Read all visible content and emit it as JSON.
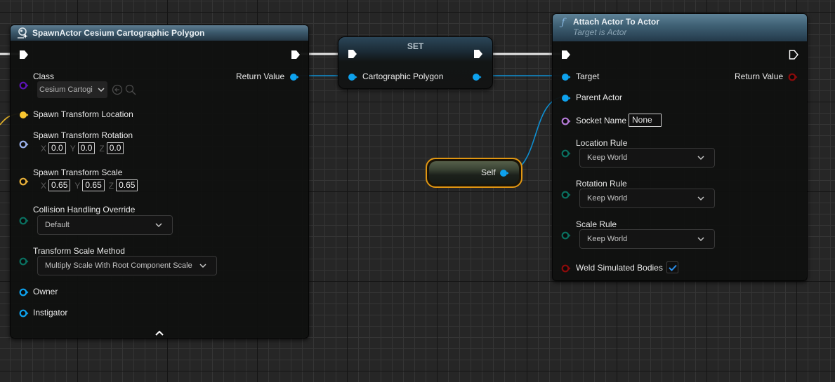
{
  "nodes": {
    "spawn_actor": {
      "title": "SpawnActor Cesium Cartographic Polygon",
      "header_icon": "spawn-actor-icon",
      "pins": {
        "class_label": "Class",
        "class_value": "Cesium Cartogi",
        "return_value": "Return Value",
        "spawn_location": "Spawn Transform Location",
        "spawn_rotation": "Spawn Transform Rotation",
        "rotation": {
          "x_label": "X",
          "x": "0.0",
          "y_label": "Y",
          "y": "0.0",
          "z_label": "Z",
          "z": "0.0"
        },
        "spawn_scale": "Spawn Transform Scale",
        "scale": {
          "x_label": "X",
          "x": "0.65",
          "y_label": "Y",
          "y": "0.65",
          "z_label": "Z",
          "z": "0.65"
        },
        "collision_label": "Collision Handling Override",
        "collision_value": "Default",
        "scale_method_label": "Transform Scale Method",
        "scale_method_value": "Multiply Scale With Root Component Scale",
        "owner": "Owner",
        "instigator": "Instigator"
      }
    },
    "set": {
      "title": "SET",
      "pin_label": "Cartographic Polygon"
    },
    "self": {
      "label": "Self"
    },
    "attach": {
      "title": "Attach Actor To Actor",
      "subtitle": "Target is Actor",
      "header_icon": "function-icon",
      "pins": {
        "target": "Target",
        "return_value": "Return Value",
        "parent_actor": "Parent Actor",
        "socket_name_label": "Socket Name",
        "socket_name_value": "None",
        "location_rule_label": "Location Rule",
        "location_rule_value": "Keep World",
        "rotation_rule_label": "Rotation Rule",
        "rotation_rule_value": "Keep World",
        "scale_rule_label": "Scale Rule",
        "scale_rule_value": "Keep World",
        "weld_label": "Weld Simulated Bodies",
        "weld_checked": true
      }
    }
  },
  "colors": {
    "object_pin": "#0ea2ee",
    "class_pin": "#5d13b6",
    "vector_pin": "#f9c630",
    "rotator_pin": "#9bb2ec",
    "transform_pin": "#e8b03a",
    "enum_pin": "#0a7060",
    "name_pin": "#b47ad6",
    "bool_pin": "#8c0b0b",
    "self_border": "#e09612",
    "header_blue": "#3c5a6d"
  }
}
